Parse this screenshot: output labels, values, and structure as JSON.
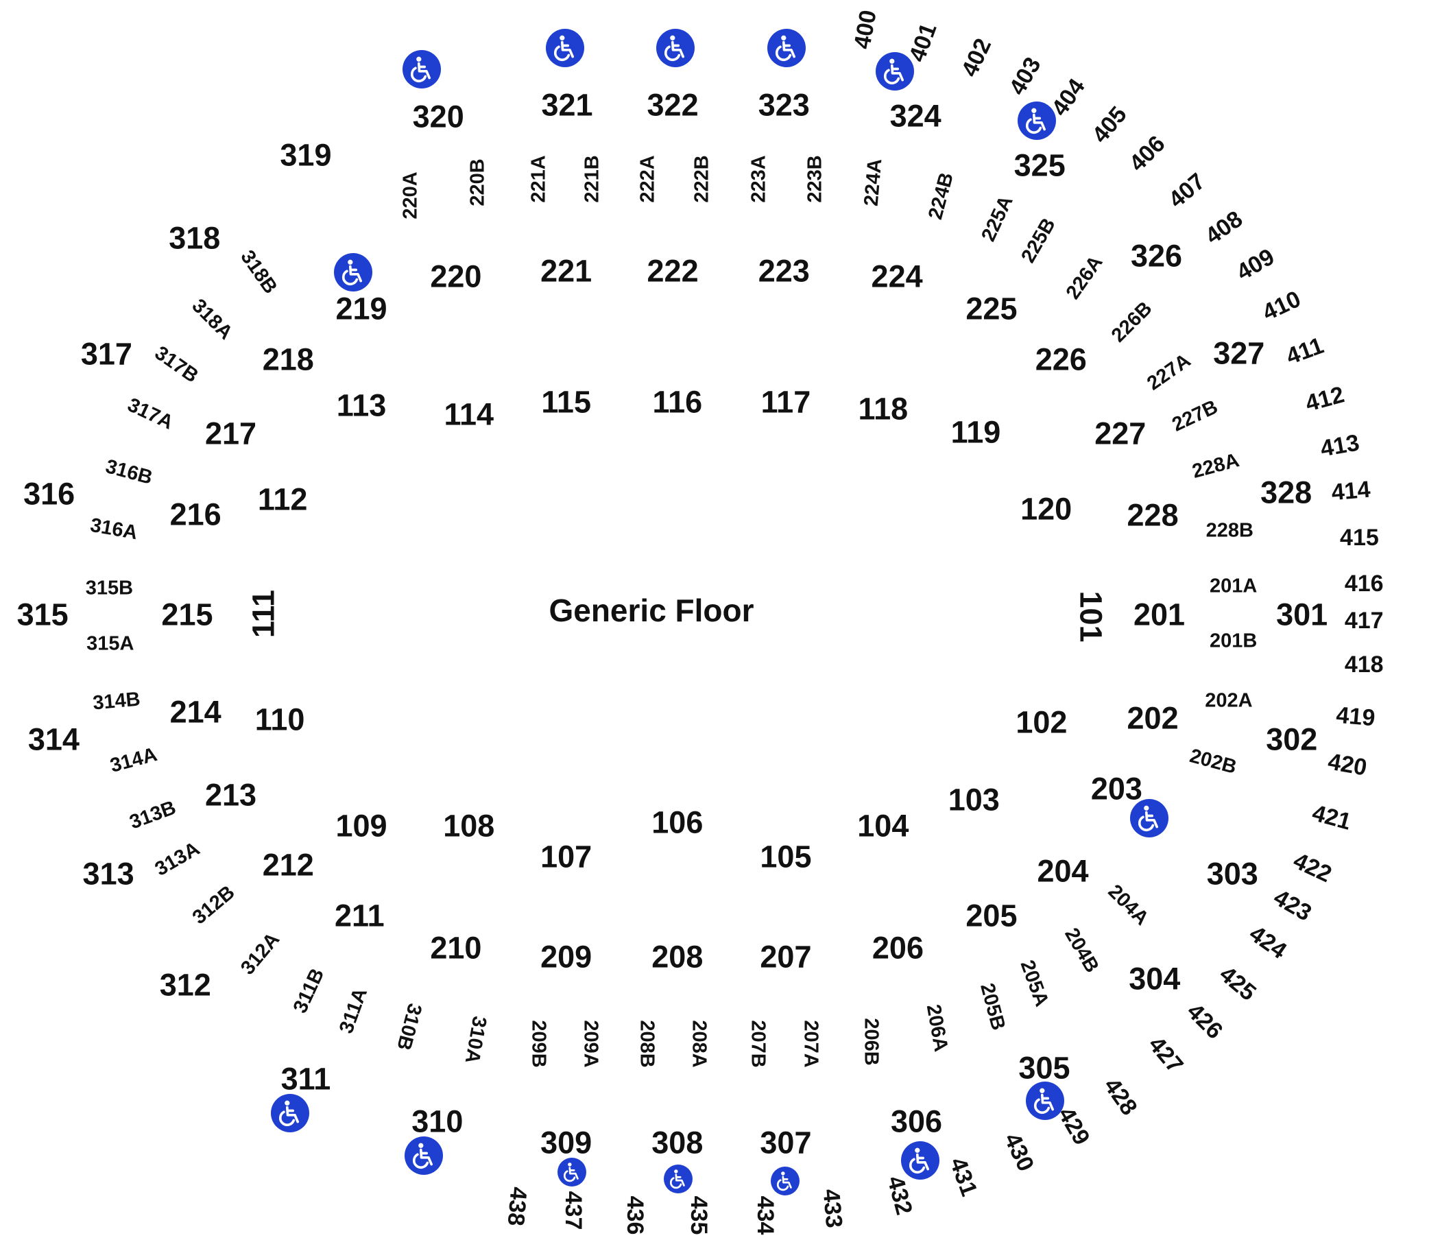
{
  "map": {
    "floor_label": "Generic Floor",
    "accessible_icon": "wheelchair-icon",
    "accessible_color": "#1f3fd0",
    "text_color": "#111111",
    "sections_100": [
      "101",
      "102",
      "103",
      "104",
      "105",
      "106",
      "107",
      "108",
      "109",
      "110",
      "111",
      "112",
      "113",
      "114",
      "115",
      "116",
      "117",
      "118",
      "119",
      "120"
    ],
    "sections_200": [
      "201",
      "202",
      "203",
      "204",
      "205",
      "206",
      "207",
      "208",
      "209",
      "210",
      "211",
      "212",
      "213",
      "214",
      "215",
      "216",
      "217",
      "218",
      "219",
      "220",
      "221",
      "222",
      "223",
      "224",
      "225",
      "226",
      "227",
      "228"
    ],
    "subsections_200": [
      "201A",
      "201B",
      "202A",
      "202B",
      "204A",
      "204B",
      "205A",
      "205B",
      "206A",
      "206B",
      "207A",
      "207B",
      "208A",
      "208B",
      "209A",
      "209B",
      "220A",
      "220B",
      "221A",
      "221B",
      "222A",
      "222B",
      "223A",
      "223B",
      "224A",
      "224B",
      "225A",
      "225B",
      "226A",
      "226B",
      "227A",
      "227B",
      "228A",
      "228B"
    ],
    "sections_300": [
      "301",
      "302",
      "303",
      "304",
      "305",
      "306",
      "307",
      "308",
      "309",
      "310",
      "311",
      "312",
      "313",
      "314",
      "315",
      "316",
      "317",
      "318",
      "319",
      "320",
      "321",
      "322",
      "323",
      "324",
      "325",
      "326",
      "327",
      "328"
    ],
    "subsections_300": [
      "310A",
      "310B",
      "311A",
      "311B",
      "312A",
      "312B",
      "313A",
      "313B",
      "314A",
      "314B",
      "315A",
      "315B",
      "316A",
      "316B",
      "317A",
      "317B",
      "318A",
      "318B"
    ],
    "sections_400": [
      "400",
      "401",
      "402",
      "403",
      "404",
      "405",
      "406",
      "407",
      "408",
      "409",
      "410",
      "411",
      "412",
      "413",
      "414",
      "415",
      "416",
      "417",
      "418",
      "419",
      "420",
      "421",
      "422",
      "423",
      "424",
      "425",
      "426",
      "427",
      "428",
      "429",
      "430",
      "431",
      "432",
      "433",
      "434",
      "435",
      "436",
      "437",
      "438"
    ]
  }
}
